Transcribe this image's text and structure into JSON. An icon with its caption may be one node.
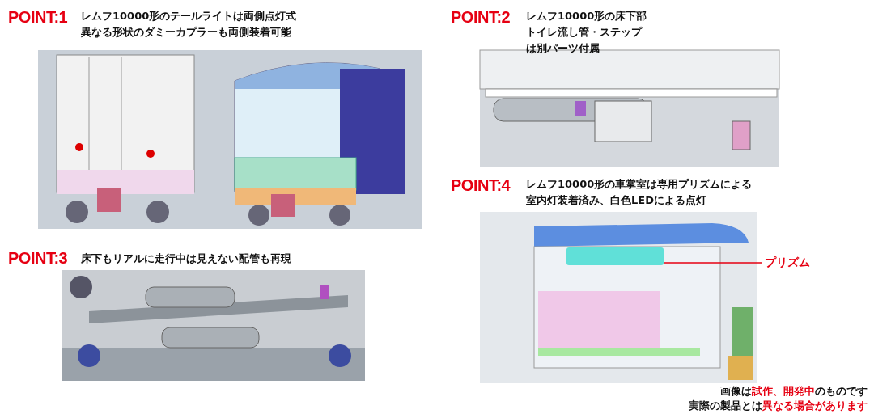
{
  "diagram": {
    "nodes": [
      {
        "text": [
          "プリズム"
        ]
      },
      {
        "text": [],
        "shape": "picture"
      }
    ],
    "edges": [
      {
        "from": 0,
        "to": 1,
        "arrow": "none",
        "color": "#e60012"
      }
    ],
    "labels": [
      "POINT:1",
      "レムフ10000形のテールライトは両側点灯式異なる形状のダミーカプラーも両側装着可能",
      "POINT:2",
      "レムフ10000形の床下部トイレ流し管・ステップは別パーツ付属",
      "POINT:3",
      "床下もリアルに走行中は見えない配管も再現",
      "POINT:4",
      "レムフ10000形の車掌室は専用プリズムによる室内灯装着済み、白色LEDによる点灯",
      "画像は**試作、開発中**のものです",
      "実際の製品とは**異なる場合があります**"
    ]
  }
}
